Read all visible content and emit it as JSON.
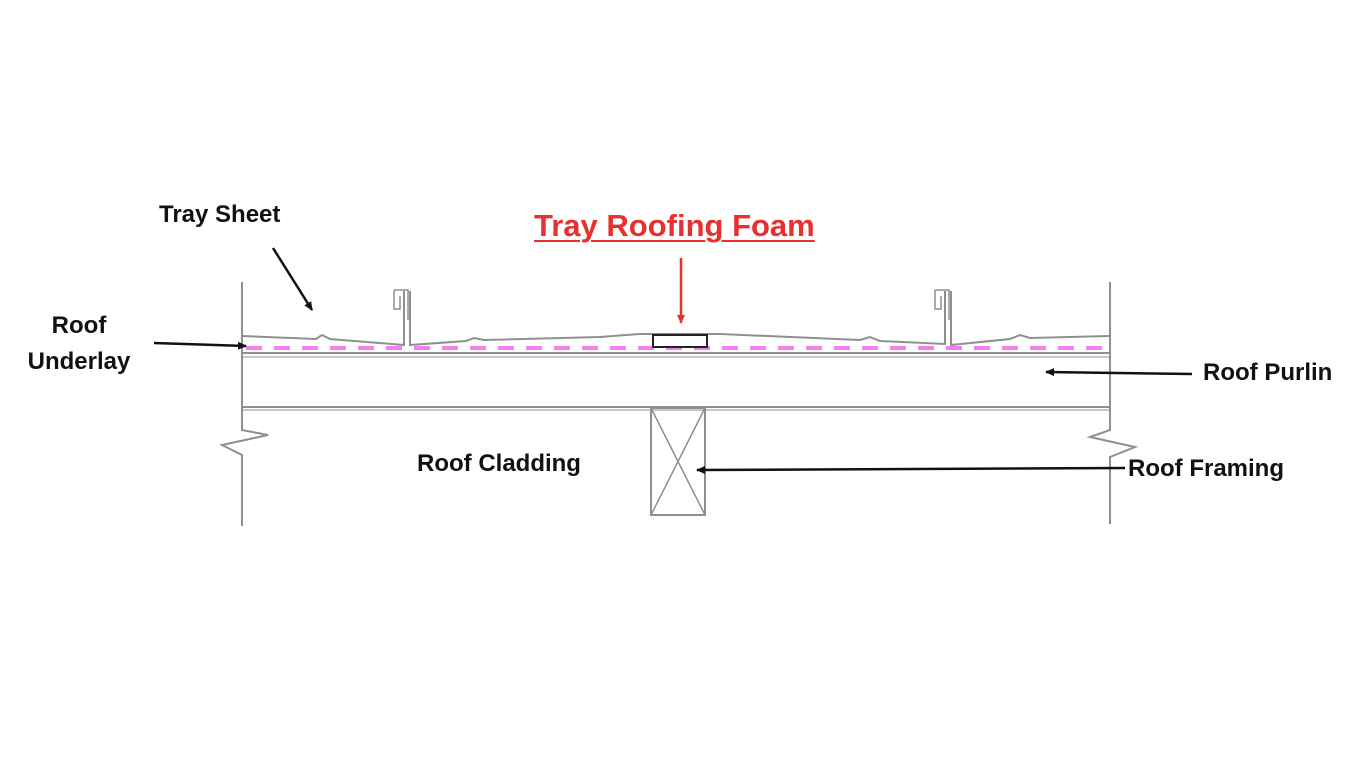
{
  "diagram": {
    "highlight_label": "Tray Roofing Foam",
    "labels": {
      "tray_sheet": "Tray Sheet",
      "roof_underlay_line1": "Roof",
      "roof_underlay_line2": "Underlay",
      "roof_purlin": "Roof Purlin",
      "roof_cladding": "Roof Cladding",
      "roof_framing": "Roof Framing"
    }
  },
  "colors": {
    "highlight": "#e8302f",
    "underlay_dash": "#f27ef0",
    "line": "#8f8f8f",
    "arrow": "#111111"
  }
}
